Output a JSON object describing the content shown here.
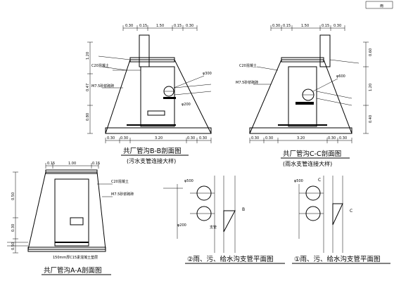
{
  "drawing": {
    "sections": {
      "bb": {
        "title": "共厂管沟B-B剖面图",
        "subtitle": "(污水支管连接大样)",
        "dims_top": [
          "0.30",
          "0.15",
          "1.50",
          "0.15",
          "0.30"
        ],
        "dims_side": [
          "1.20",
          "0.47",
          "0.80"
        ],
        "callouts": [
          "C20混凝土",
          "M7.5砂浆砌砖",
          "φ300",
          "φ200"
        ],
        "dims_bottom": [
          "0.30",
          "0.30",
          "3.20",
          "0.30",
          "0.30"
        ]
      },
      "cc": {
        "title": "共厂管沟C-C剖面图",
        "subtitle": "(雨水支管连接大样)",
        "dims_top": [
          "0.30",
          "0.15",
          "1.50",
          "0.15",
          "0.30"
        ],
        "dims_side": [
          "0.60",
          "1.20",
          "0.40"
        ],
        "callouts": [
          "C20混凝土",
          "M7.5砂浆砌砖",
          "φ600"
        ],
        "dims_bottom": [
          "0.30",
          "0.30",
          "3.20",
          "0.30",
          "0.30"
        ]
      },
      "aa": {
        "title": "共厂管沟A-A剖面图",
        "dims_top": [
          "0.15",
          "1.00",
          "0.15"
        ],
        "dims_side": [
          "0.50",
          "0.30",
          "0.50"
        ],
        "callouts": [
          "C20混凝土",
          "M7.5砂浆砌砖",
          "150mm厚C15素混凝土垫层"
        ]
      },
      "plan2": {
        "title": "②雨、污、给水沟支管平面图",
        "labels": [
          "φ500",
          "B",
          "φ200",
          "支管"
        ]
      },
      "plan1": {
        "title": "①雨、污、给水沟支管平面图",
        "labels": [
          "φ500",
          "C",
          "C"
        ]
      }
    },
    "corner_label": "雨"
  }
}
